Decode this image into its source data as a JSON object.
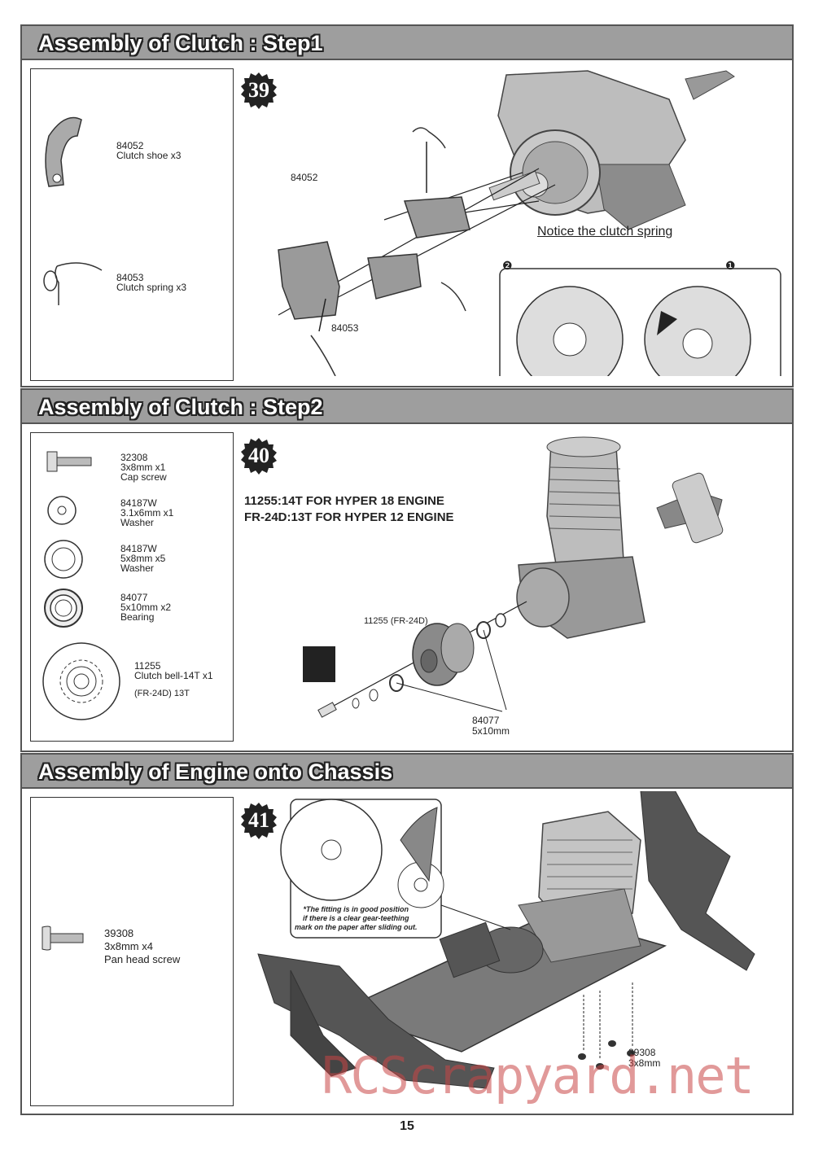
{
  "sections": [
    {
      "title": "Assembly of Clutch : Step1",
      "step": "39",
      "parts": [
        {
          "code": "84052",
          "desc": "Clutch shoe x3"
        },
        {
          "code": "84053",
          "desc": "Clutch spring x3"
        }
      ],
      "callouts": [
        "84052",
        "84053"
      ],
      "notice": "Notice the clutch spring",
      "notice_markers": [
        "❷",
        "❶"
      ]
    },
    {
      "title": "Assembly of Clutch : Step2",
      "step": "40",
      "parts": [
        {
          "code": "32308",
          "desc": "3x8mm x1\nCap screw"
        },
        {
          "code": "84187W",
          "desc": "3.1x6mm x1\nWasher"
        },
        {
          "code": "84187W",
          "desc": "5x8mm x5\nWasher"
        },
        {
          "code": "84077",
          "desc": "5x10mm x2\nBearing"
        },
        {
          "code": "11255",
          "desc": "Clutch bell-14T x1"
        },
        {
          "code": "",
          "desc": "(FR-24D) 13T"
        }
      ],
      "engine_notes": [
        "11255:14T FOR HYPER 18 ENGINE",
        "FR-24D:13T FOR HYPER 12 ENGINE"
      ],
      "callouts": [
        "11255 (FR-24D)",
        "84077\n5x10mm"
      ]
    },
    {
      "title": "Assembly of Engine onto Chassis",
      "step": "41",
      "parts": [
        {
          "code": "39308",
          "desc": "3x8mm  x4\nPan head screw"
        }
      ],
      "inset_note": "*The fitting is in good position\nif there is a clear gear-teething\nmark on the paper after sliding out.",
      "callouts": [
        "39308\n3x8mm"
      ]
    }
  ],
  "watermark": "RCScrapyard.net",
  "page_number": "15",
  "colors": {
    "header_bg": "#9e9e9e",
    "border": "#555555",
    "watermark": "#c84646"
  }
}
